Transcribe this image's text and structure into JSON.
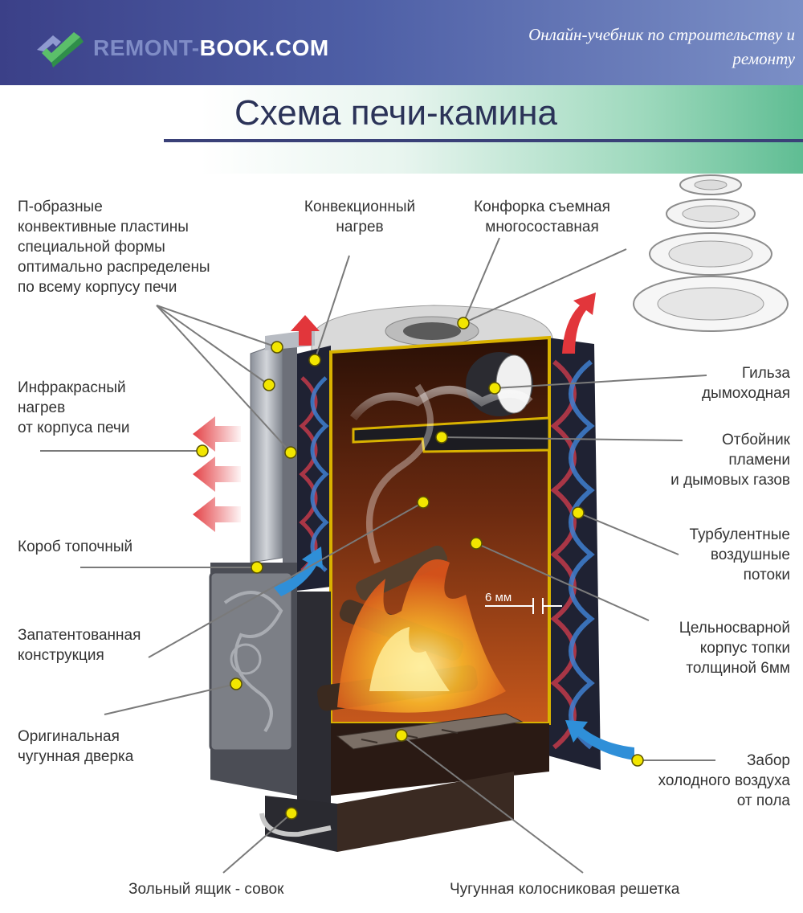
{
  "header": {
    "logo_text_a": "REMONT-",
    "logo_text_b": "BOOK.COM",
    "tagline_line1": "Онлайн-учебник по строительству и",
    "tagline_line2": "ремонту"
  },
  "title": "Схема печи-камина",
  "labels": {
    "p_plates": [
      "П-образные",
      "конвективные пластины",
      "специальной формы",
      "оптимально распределены",
      "по всему корпусу печи"
    ],
    "convection": [
      "Конвекционный",
      "нагрев"
    ],
    "burner": [
      "Конфорка съемная",
      "многосоставная"
    ],
    "infrared": [
      "Инфракрасный",
      "нагрев",
      "от корпуса печи"
    ],
    "sleeve": [
      "Гильза",
      "дымоходная"
    ],
    "deflector": [
      "Отбойник",
      "пламени",
      "и дымовых газов"
    ],
    "firebox_box": [
      "Короб топочный"
    ],
    "turbulent": [
      "Турбулентные",
      "воздушные",
      "потоки"
    ],
    "patented": [
      "Запатентованная",
      "конструкция"
    ],
    "welded": [
      "Цельносварной",
      "корпус топки",
      "толщиной 6мм"
    ],
    "door": [
      "Оригинальная",
      "чугунная дверка"
    ],
    "air_intake": [
      "Забор",
      "холодного воздуха",
      "от пола"
    ],
    "ash_box": [
      "Зольный ящик - совок"
    ],
    "grate": [
      "Чугунная колосниковая решетка"
    ],
    "thickness": "6 мм"
  },
  "colors": {
    "header_dark": "#3b4088",
    "title_text": "#2b3358",
    "accent_green": "#5fbd93",
    "pointer_dot": "#f2e600",
    "heat_arrow": "#e2363b",
    "cold_arrow": "#2f8fd8",
    "stove_body": "#2a2a33",
    "flame": "#f39a1d"
  }
}
